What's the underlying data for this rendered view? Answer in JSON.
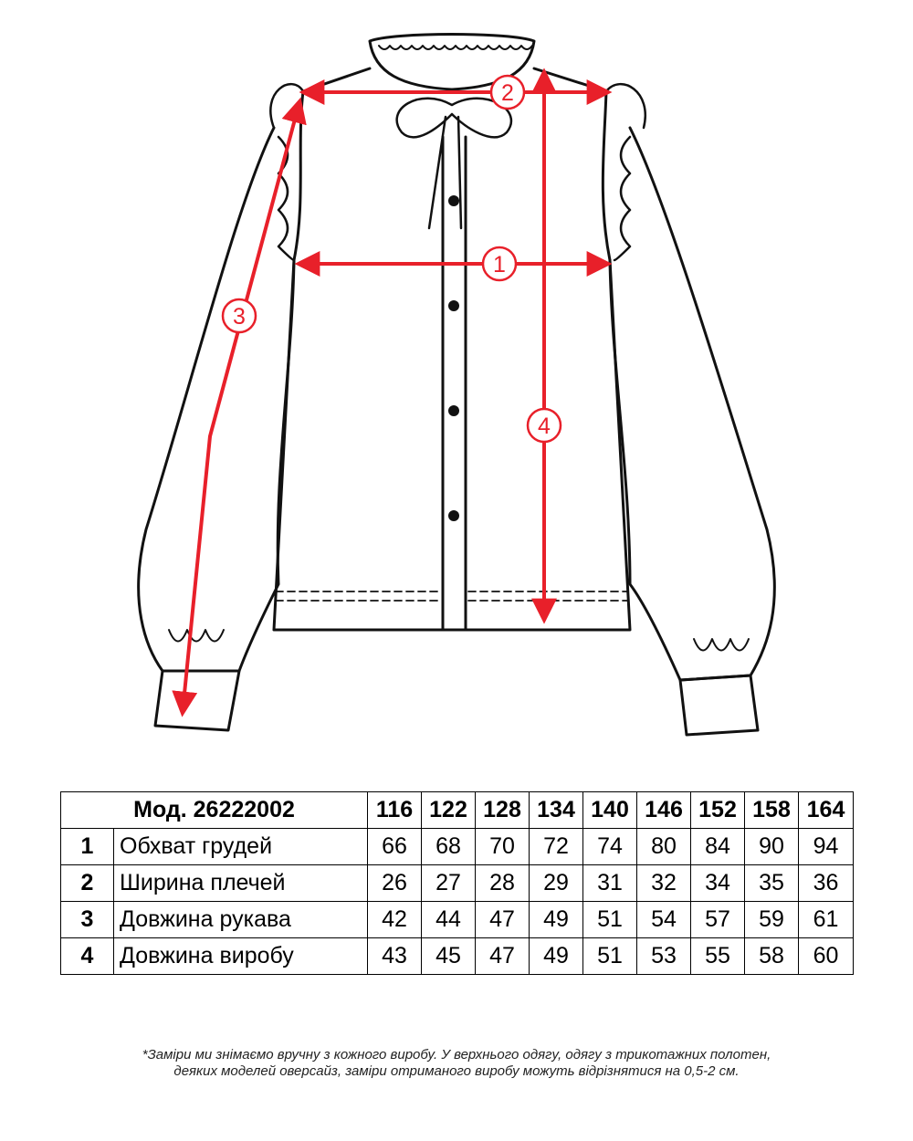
{
  "colors": {
    "measure_arrow": "#e8202a",
    "outline": "#111111"
  },
  "markers": [
    "1",
    "2",
    "3",
    "4"
  ],
  "table": {
    "model_label": "Мод. 26222002",
    "sizes": [
      "116",
      "122",
      "128",
      "134",
      "140",
      "146",
      "152",
      "158",
      "164"
    ],
    "rows": [
      {
        "index": "1",
        "name": "Обхват грудей",
        "values": [
          "66",
          "68",
          "70",
          "72",
          "74",
          "80",
          "84",
          "90",
          "94"
        ]
      },
      {
        "index": "2",
        "name": "Ширина плечей",
        "values": [
          "26",
          "27",
          "28",
          "29",
          "31",
          "32",
          "34",
          "35",
          "36"
        ]
      },
      {
        "index": "3",
        "name": "Довжина рукава",
        "values": [
          "42",
          "44",
          "47",
          "49",
          "51",
          "54",
          "57",
          "59",
          "61"
        ]
      },
      {
        "index": "4",
        "name": "Довжина виробу",
        "values": [
          "43",
          "45",
          "47",
          "49",
          "51",
          "53",
          "55",
          "58",
          "60"
        ]
      }
    ]
  },
  "footnote": {
    "line1": "*Заміри ми знімаємо вручну з кожного виробу.  У верхнього одягу, одягу з трикотажних полотен,",
    "line2": "деяких моделей оверсайз, заміри отриманого виробу можуть відрізнятися на  0,5-2 см."
  }
}
